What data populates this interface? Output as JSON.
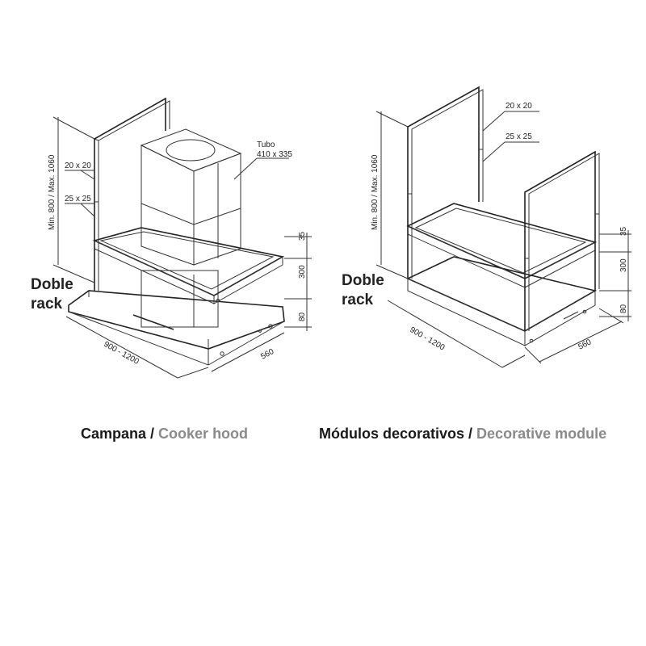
{
  "hood": {
    "tube_label_1": "Tubo",
    "tube_label_2": "410 x 335",
    "height_label": "Min. 800 / Max. 1060",
    "profile_upper": "20 x 20",
    "profile_lower": "25 x 25",
    "rack_line_1": "Doble",
    "rack_line_2": "rack",
    "dim_35": "35",
    "dim_300": "300",
    "dim_80": "80",
    "dim_width": "900 - 1200",
    "dim_depth": "560",
    "caption_es": "Campana",
    "caption_sep": " / ",
    "caption_en": "Cooker hood"
  },
  "module": {
    "height_label": "Min. 800 / Max. 1060",
    "profile_upper": "20 x 20",
    "profile_lower": "25 x 25",
    "rack_line_1": "Doble",
    "rack_line_2": "rack",
    "dim_35": "35",
    "dim_300": "300",
    "dim_80": "80",
    "dim_width": "900 - 1200",
    "dim_depth": "560",
    "caption_es": "Módulos decorativos",
    "caption_sep": " / ",
    "caption_en": "Decorative module"
  }
}
